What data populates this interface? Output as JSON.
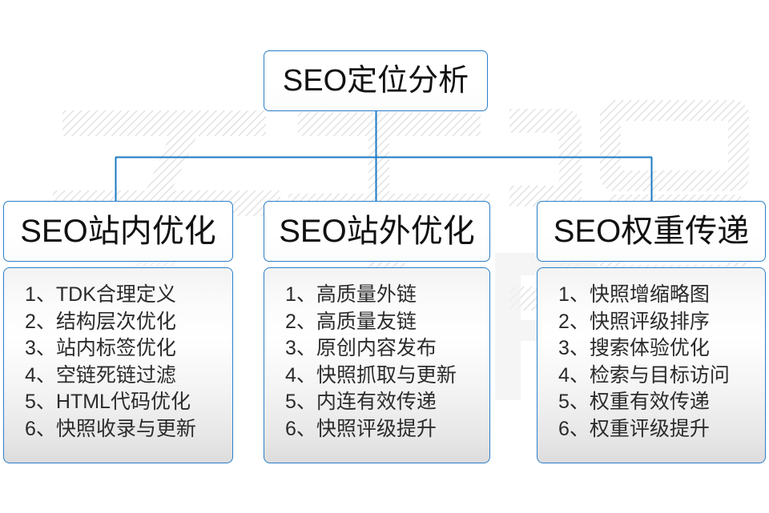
{
  "diagram": {
    "root": {
      "label": "SEO定位分析"
    },
    "columns": [
      {
        "header": "SEO站内优化",
        "items": [
          {
            "num": "1、",
            "text": "TDK合理定义"
          },
          {
            "num": "2、",
            "text": "结构层次优化"
          },
          {
            "num": "3、",
            "text": "站内标签优化"
          },
          {
            "num": "4、",
            "text": "空链死链过滤"
          },
          {
            "num": "5、",
            "text": "HTML代码优化"
          },
          {
            "num": "6、",
            "text": "快照收录与更新"
          }
        ]
      },
      {
        "header": "SEO站外优化",
        "items": [
          {
            "num": "1、",
            "text": "高质量外链"
          },
          {
            "num": "2、",
            "text": "高质量友链"
          },
          {
            "num": "3、",
            "text": "原创内容发布"
          },
          {
            "num": "4、",
            "text": "快照抓取与更新"
          },
          {
            "num": "5、",
            "text": "内连有效传递"
          },
          {
            "num": "6、",
            "text": "快照评级提升"
          }
        ]
      },
      {
        "header": "SEO权重传递",
        "items": [
          {
            "num": "1、",
            "text": "快照增缩略图"
          },
          {
            "num": "2、",
            "text": "快照评级排序"
          },
          {
            "num": "3、",
            "text": "搜索体验优化"
          },
          {
            "num": "4、",
            "text": "检索与目标访问"
          },
          {
            "num": "5、",
            "text": "权重有效传递"
          },
          {
            "num": "6、",
            "text": "权重评级提升"
          }
        ]
      }
    ],
    "watermark": {
      "text": "云无限",
      "mark": "R"
    },
    "colors": {
      "line": "#1a7ac4",
      "border": "#2a7fc9",
      "title_text": "#111111",
      "item_text": "#2b2b2b",
      "background": "#ffffff",
      "watermark": "#ededed"
    }
  }
}
